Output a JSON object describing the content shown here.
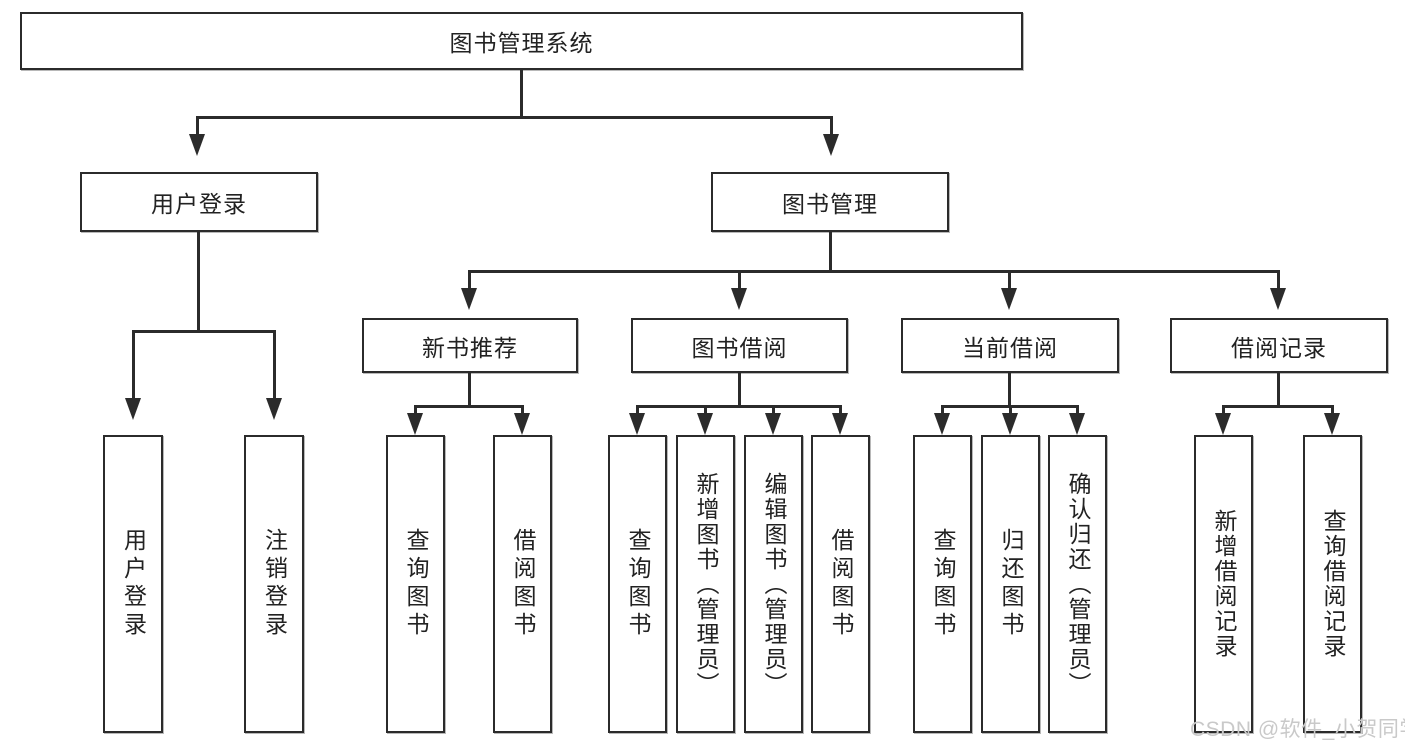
{
  "diagram": {
    "title": "图书管理系统",
    "type": "hierarchy-tree",
    "root": {
      "label": "图书管理系统"
    },
    "level2": [
      {
        "label": "用户登录"
      },
      {
        "label": "图书管理"
      }
    ],
    "level3": [
      {
        "label": "新书推荐"
      },
      {
        "label": "图书借阅"
      },
      {
        "label": "当前借阅"
      },
      {
        "label": "借阅记录"
      }
    ],
    "leaves": {
      "user_login": [
        {
          "label": "用户登录"
        },
        {
          "label": "注销登录"
        }
      ],
      "new_book_recommend": [
        {
          "label": "查询图书"
        },
        {
          "label": "借阅图书"
        }
      ],
      "book_borrow": [
        {
          "label": "查询图书"
        },
        {
          "label": "新增图书（管理员）"
        },
        {
          "label": "编辑图书（管理员）"
        },
        {
          "label": "借阅图书"
        }
      ],
      "current_borrow": [
        {
          "label": "查询图书"
        },
        {
          "label": "归还图书"
        },
        {
          "label": "确认归还（管理员）"
        }
      ],
      "borrow_record": [
        {
          "label": "新增借阅记录"
        },
        {
          "label": "查询借阅记录"
        }
      ]
    }
  },
  "watermark": {
    "text": "CSDN @软件_小贺同学"
  },
  "colors": {
    "stroke": "#2b2b2b",
    "fill": "#ffffff",
    "text": "#222222",
    "watermark": "#c9c9c9"
  }
}
